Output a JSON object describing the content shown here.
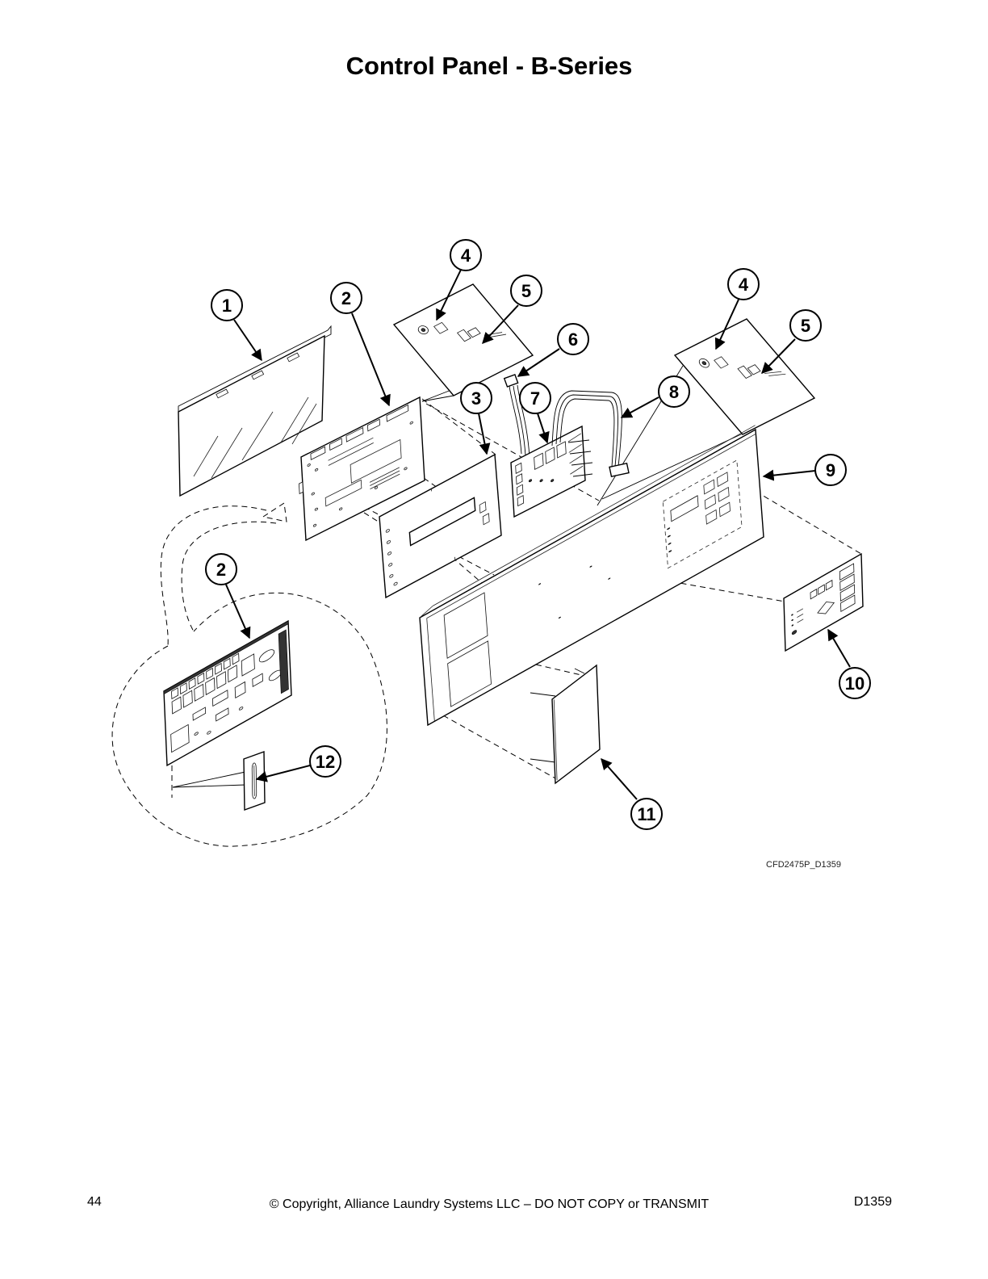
{
  "page": {
    "title": "Control Panel - B-Series"
  },
  "diagram": {
    "callouts": [
      "1",
      "2",
      "4",
      "5",
      "6",
      "3",
      "7",
      "8",
      "4",
      "5",
      "9",
      "2",
      "10",
      "12",
      "11"
    ],
    "figure_code": "CFD2475P_D1359"
  },
  "footer": {
    "page_number": "44",
    "copyright": "© Copyright, Alliance Laundry Systems LLC – DO NOT COPY or TRANSMIT",
    "doc_id": "D1359"
  }
}
